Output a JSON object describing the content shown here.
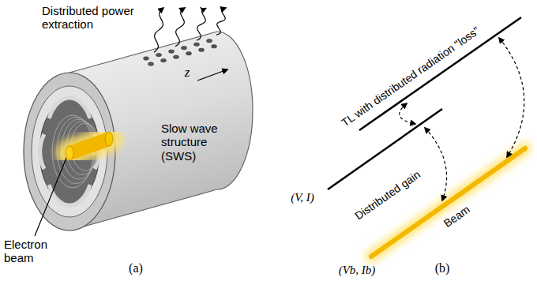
{
  "diagram": {
    "labels": [
      "Distributed power extraction",
      "z",
      "Slow wave structure (SWS)",
      "Electron beam",
      "(a)",
      "TL with distributed radiation \"loss\"",
      "Distributed gain",
      "(V, I)",
      "Beam",
      "(Vb, Ib)",
      "(b)"
    ]
  }
}
